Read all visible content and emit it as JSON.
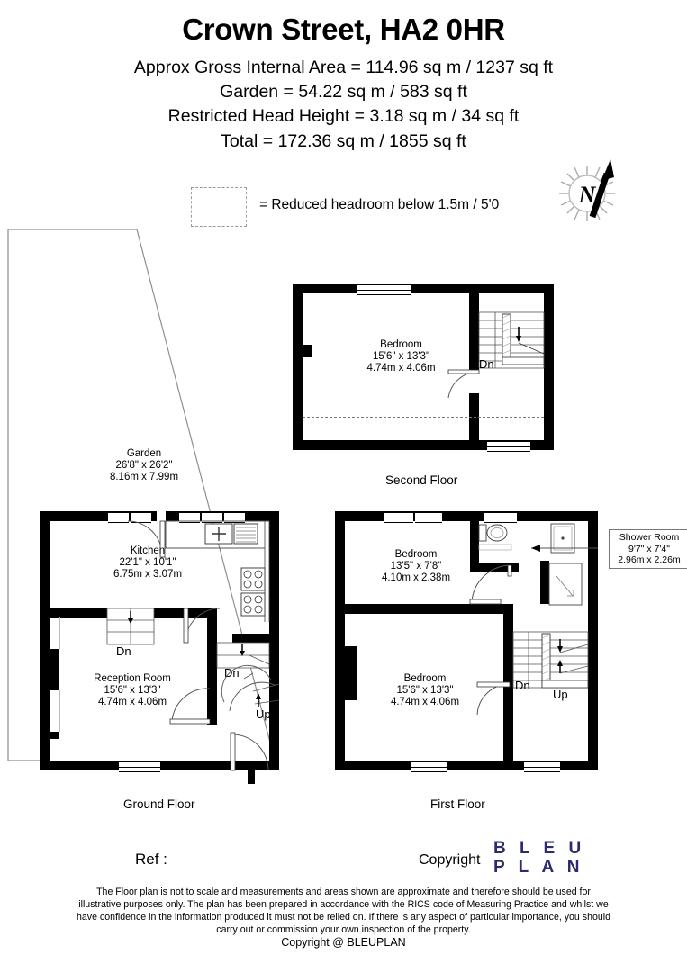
{
  "header": {
    "title": "Crown Street, HA2 0HR",
    "areas": [
      "Approx Gross Internal Area = 114.96 sq m / 1237 sq ft",
      "Garden = 54.22 sq m / 583 sq ft",
      "Restricted Head Height = 3.18 sq m / 34 sq ft",
      "Total = 172.36 sq m / 1855 sq ft"
    ]
  },
  "legend": {
    "swatch_name": "dashed-box",
    "text": "= Reduced headroom below 1.5m / 5'0"
  },
  "compass": {
    "label": "N"
  },
  "garden": {
    "name": "Garden",
    "imperial": "26'8\" x 26'2\"",
    "metric": "8.16m x 7.99m"
  },
  "floors": {
    "second": {
      "label": "Second Floor",
      "rooms": [
        {
          "name": "Bedroom",
          "imperial": "15'6\" x 13'3\"",
          "metric": "4.74m x 4.06m"
        }
      ],
      "stairs": [
        {
          "dir": "Dn"
        }
      ]
    },
    "ground": {
      "label": "Ground Floor",
      "rooms": [
        {
          "name": "Kitchen",
          "imperial": "22'1\" x 10'1\"",
          "metric": "6.75m x 3.07m"
        },
        {
          "name": "Reception Room",
          "imperial": "15'6\" x 13'3\"",
          "metric": "4.74m x 4.06m"
        }
      ],
      "stairs": [
        {
          "dir": "Dn"
        },
        {
          "dir": "Dn"
        },
        {
          "dir": "Up"
        }
      ]
    },
    "first": {
      "label": "First Floor",
      "rooms": [
        {
          "name": "Bedroom",
          "imperial": "13'5\" x 7'8\"",
          "metric": "4.10m x 2.38m"
        },
        {
          "name": "Bedroom",
          "imperial": "15'6\" x 13'3\"",
          "metric": "4.74m x 4.06m"
        }
      ],
      "callout": {
        "name": "Shower Room",
        "imperial": "9'7\" x 7'4\"",
        "metric": "2.96m x 2.26m"
      },
      "stairs": [
        {
          "dir": "Dn"
        },
        {
          "dir": "Up"
        }
      ]
    }
  },
  "footer": {
    "ref": "Ref  :",
    "copyright": "Copyright",
    "logo_line1": "B L E U",
    "logo_line2": "P L A N",
    "logo_color": "#2b2b6e",
    "disclaimer": [
      "The Floor plan is not to scale and measurements and areas shown are approximate and therefore should be used for",
      "illustrative purposes only. The plan has been prepared in accordance with the RICS code of Measuring Practice and whilst we",
      "have confidence in the information produced it must not be relied on. If there is any aspect of particular importance, you should",
      "carry out or commission your own inspection of the property.",
      "Copyright @ BLEUPLAN"
    ]
  }
}
